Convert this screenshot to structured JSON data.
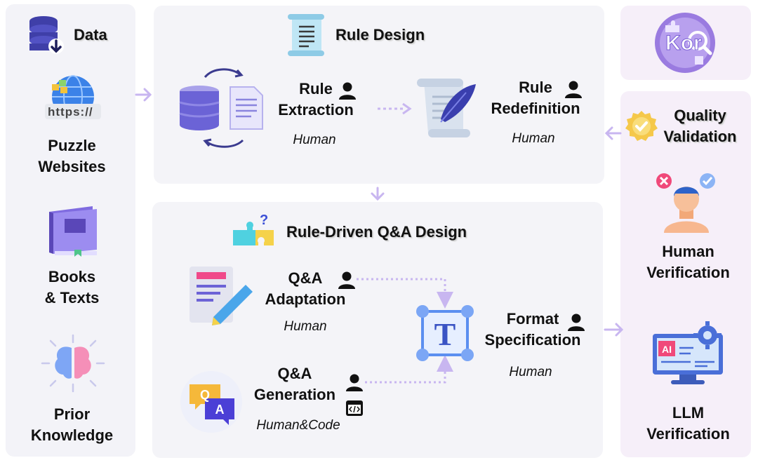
{
  "data": {
    "title": "Data",
    "source1": [
      "Puzzle",
      "Websites"
    ],
    "url_text": "https://",
    "source2": [
      "Books",
      "& Texts"
    ],
    "source3": [
      "Prior",
      "Knowledge"
    ]
  },
  "rule_design": {
    "title": "Rule Design",
    "step1": [
      "Rule",
      "Extraction"
    ],
    "step1_by": "Human",
    "step2": [
      "Rule",
      "Redefinition"
    ],
    "step2_by": "Human"
  },
  "qa_design": {
    "title": "Rule-Driven Q&A Design",
    "adapt": [
      "Q&A",
      "Adaptation"
    ],
    "adapt_by": "Human",
    "gen": [
      "Q&A",
      "Generation"
    ],
    "gen_by": "Human&Code",
    "format": [
      "Format",
      "Specification"
    ],
    "format_by": "Human",
    "format_icon_letter": "T",
    "qa_icon_letters": [
      "Q",
      "A"
    ]
  },
  "logo": {
    "text": "Kor"
  },
  "quality": {
    "title": [
      "Quality",
      "Validation"
    ],
    "human": [
      "Human",
      "Verification"
    ],
    "llm": [
      "LLM",
      "Verification"
    ],
    "ai_label": "AI"
  },
  "colors": {
    "arrow": "#c8b6f0",
    "panel": "#f4f4f8",
    "accent": "#7a5fd6"
  }
}
